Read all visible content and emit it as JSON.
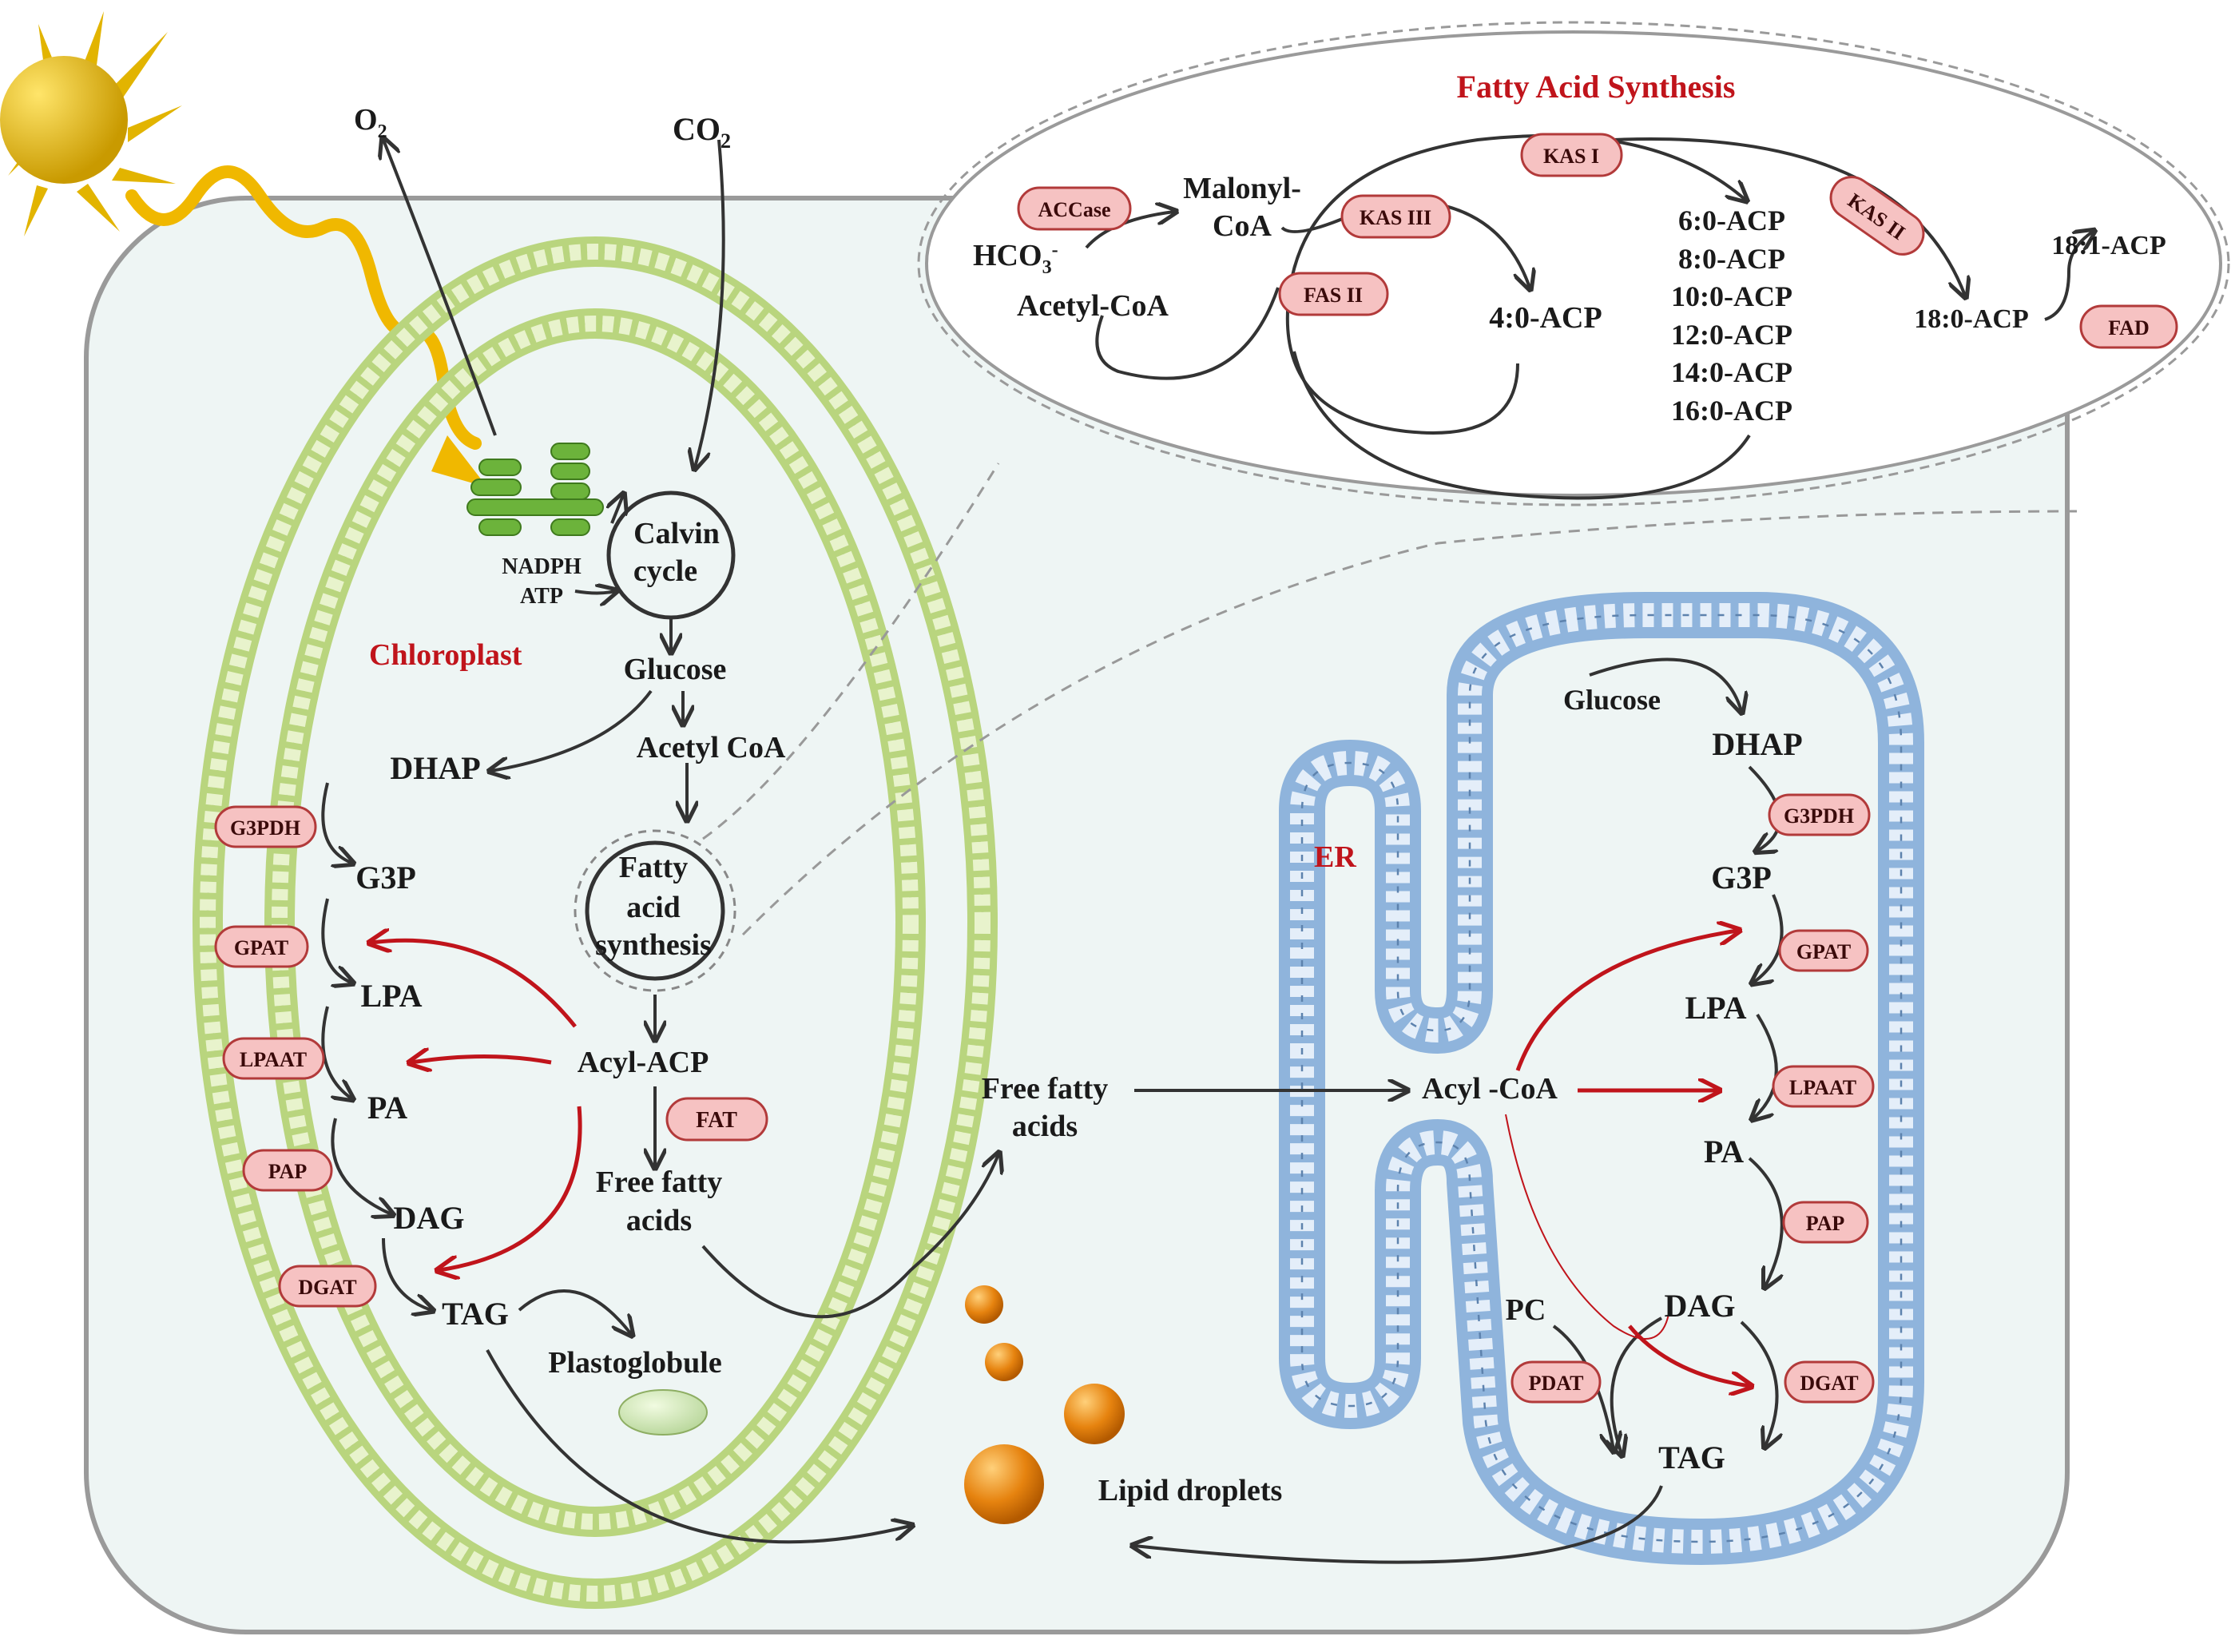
{
  "inputs": {
    "o2": "O",
    "o2_sub": "2",
    "co2": "CO",
    "co2_sub": "2"
  },
  "chloroplast": {
    "title": "Chloroplast",
    "calvin": [
      "Calvin",
      "cycle"
    ],
    "nadph": "NADPH",
    "atp": "ATP",
    "glucose": "Glucose",
    "acetyl_coa": "Acetyl CoA",
    "fas": [
      "Fatty",
      "acid",
      "synthesis"
    ],
    "dhap": "DHAP",
    "g3p": "G3P",
    "lpa": "LPA",
    "pa": "PA",
    "dag": "DAG",
    "tag": "TAG",
    "acyl_acp": "Acyl-ACP",
    "free_fa": [
      "Free fatty",
      "acids"
    ],
    "plastoglobule": "Plastoglobule",
    "enzymes": {
      "g3pdh": "G3PDH",
      "gpat": "GPAT",
      "lpaat": "LPAAT",
      "pap": "PAP",
      "dgat": "DGAT",
      "fat": "FAT"
    }
  },
  "fas_panel": {
    "title": "Fatty Acid  Synthesis",
    "malonyl": [
      "Malonyl-",
      "CoA"
    ],
    "hco3": "HCO",
    "hco3_sub": "3",
    "hco3_sup": "-",
    "acetyl_coa": "Acetyl-CoA",
    "c4": "4:0-ACP",
    "acp_list": [
      "6:0-ACP",
      "8:0-ACP",
      "10:0-ACP",
      "12:0-ACP",
      "14:0-ACP",
      "16:0-ACP"
    ],
    "c18": "18:0-ACP",
    "c18_1": "18:1-ACP",
    "enzymes": {
      "accase": "ACCase",
      "kas1": "KAS I",
      "kas2": "KAS II",
      "kas3": "KAS III",
      "fas2": "FAS II",
      "fad": "FAD"
    }
  },
  "middle": {
    "free_fa": [
      "Free fatty",
      "acids"
    ],
    "lipid_droplets": "Lipid droplets"
  },
  "er": {
    "title": "ER",
    "glucose": "Glucose",
    "dhap": "DHAP",
    "g3p": "G3P",
    "lpa": "LPA",
    "pa": "PA",
    "dag": "DAG",
    "tag": "TAG",
    "pc": "PC",
    "acyl_coa": "Acyl -CoA",
    "enzymes": {
      "g3pdh": "G3PDH",
      "gpat": "GPAT",
      "lpaat": "LPAAT",
      "pap": "PAP",
      "dgat": "DGAT",
      "pdat": "PDAT"
    }
  },
  "colors": {
    "cell_fill": "#eef5f4",
    "cell_border": "#9a9a9a",
    "chloroplast_membrane": "#b9d57e",
    "er_membrane": "#8fb4dc",
    "enzyme_fill": "#f6c2c2",
    "red_arrow": "#c0141b",
    "sun": "#e2b400",
    "droplet": "#e07b10"
  }
}
